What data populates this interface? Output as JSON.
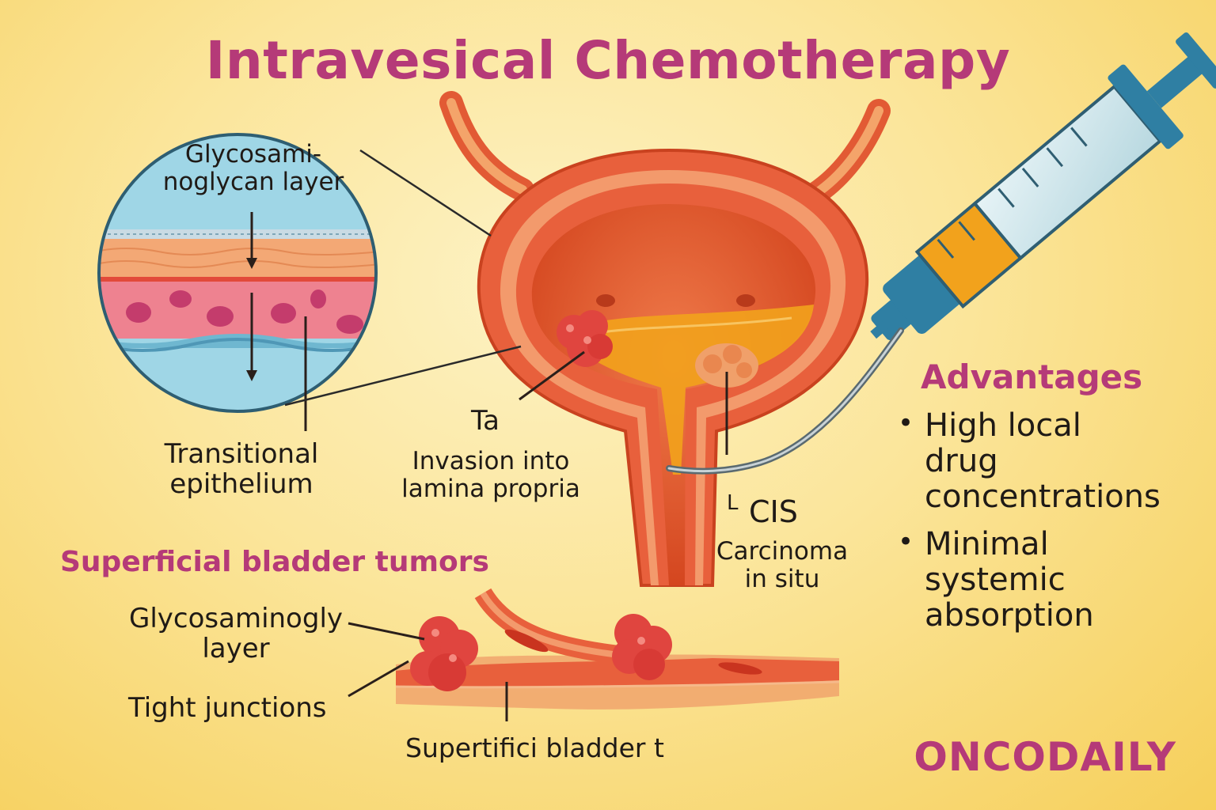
{
  "title": "Intravesical Chemotherapy",
  "inset": {
    "gag_label": "Glycosami-\nnoglycan layer",
    "epithelium_label": "Transitional\nepithelium"
  },
  "tumors": {
    "ta": {
      "code": "Ta",
      "desc": "Invasion into\nlamina propria"
    },
    "cis": {
      "code": "CIS",
      "marker": "L",
      "desc": "Carcinoma\nin situ"
    }
  },
  "superficial": {
    "heading": "Superficial bladder tumors",
    "gag_label": "Glycosaminogly\nlayer",
    "tight_label": "Tight junctions",
    "bottom_label": "Supertifici bladder t"
  },
  "advantages": {
    "heading": "Advantages",
    "items": [
      "High local\ndrug\nconcentrations",
      "Minimal\nsystemic\nabsorption"
    ],
    "bullet": "•"
  },
  "brand": "ONCODAILY",
  "colors": {
    "title": "#b53a78",
    "bladder_wall": "#e8603c",
    "bladder_inner": "#d94a28",
    "tumor": "#e0453f",
    "inset_bg": "#9fd6e6",
    "drug": "#f2a21c"
  }
}
